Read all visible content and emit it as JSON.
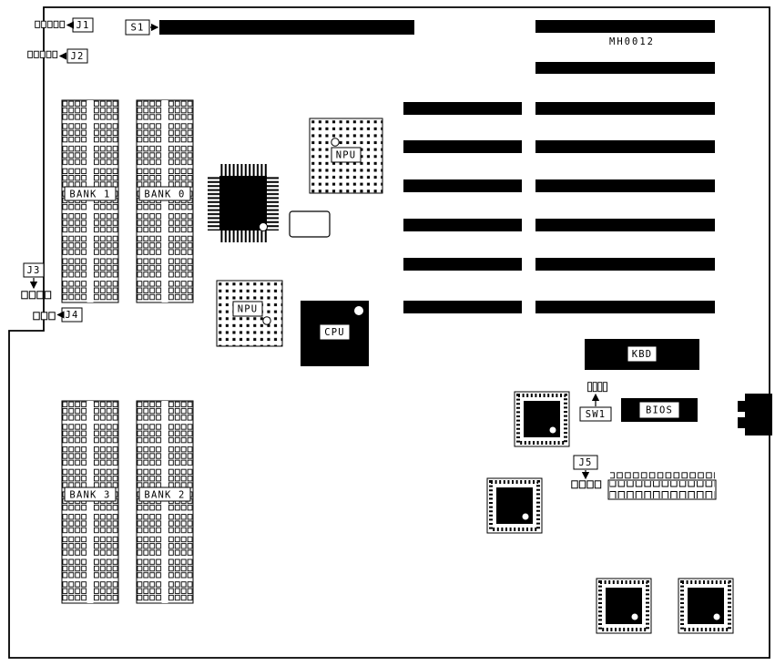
{
  "board": {
    "id_text": "MH0012",
    "labels": {
      "j1": "J1",
      "j2": "J2",
      "j3": "J3",
      "j4": "J4",
      "j5": "J5",
      "s1": "S1",
      "sw1": "SW1",
      "bank0": "BANK 0",
      "bank1": "BANK 1",
      "bank2": "BANK 2",
      "bank3": "BANK 3",
      "npu_top": "NPU",
      "npu_center": "NPU",
      "cpu": "CPU",
      "kbd": "KBD",
      "bios": "BIOS"
    },
    "colors": {
      "ink": "#000000",
      "paper": "#ffffff"
    }
  }
}
